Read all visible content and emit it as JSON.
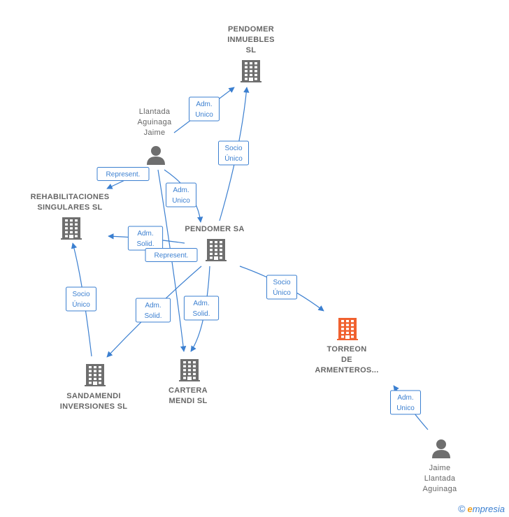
{
  "nodes": [
    {
      "id": "pendomer_inmuebles",
      "kind": "company",
      "lines": [
        "PENDOMER",
        "INMUEBLES",
        "SL"
      ]
    },
    {
      "id": "llantada_jaime",
      "kind": "person",
      "lines": [
        "Llantada",
        "Aguinaga",
        "Jaime"
      ]
    },
    {
      "id": "rehabilitaciones",
      "kind": "company",
      "lines": [
        "REHABILITACIONES",
        "SINGULARES SL"
      ]
    },
    {
      "id": "pendomer_sa",
      "kind": "company",
      "lines": [
        "PENDOMER SA"
      ]
    },
    {
      "id": "torreon",
      "kind": "company",
      "highlight": true,
      "lines": [
        "TORREON",
        "DE",
        "ARMENTEROS..."
      ]
    },
    {
      "id": "sandamendi",
      "kind": "company",
      "lines": [
        "SANDAMENDI",
        "INVERSIONES SL"
      ]
    },
    {
      "id": "cartera_mendi",
      "kind": "company",
      "lines": [
        "CARTERA",
        "MENDI  SL"
      ]
    },
    {
      "id": "jaime_llantada",
      "kind": "person",
      "lines": [
        "Jaime",
        "Llantada",
        "Aguinaga"
      ]
    }
  ],
  "edges": [
    {
      "from": "llantada_jaime",
      "to": "pendomer_inmuebles",
      "label": [
        "Adm.",
        "Unico"
      ]
    },
    {
      "from": "pendomer_sa",
      "to": "pendomer_inmuebles",
      "label": [
        "Socio",
        "Único"
      ]
    },
    {
      "from": "llantada_jaime",
      "to": "rehabilitaciones",
      "label": [
        "Represent."
      ]
    },
    {
      "from": "llantada_jaime",
      "to": "pendomer_sa",
      "label": [
        "Adm.",
        "Unico"
      ]
    },
    {
      "from": "pendomer_sa",
      "to": "rehabilitaciones",
      "label": [
        "Adm.",
        "Solid."
      ]
    },
    {
      "from": "llantada_jaime",
      "to": "cartera_mendi",
      "label": [
        "Represent."
      ]
    },
    {
      "from": "pendomer_sa",
      "to": "torreon",
      "label": [
        "Socio",
        "Único"
      ]
    },
    {
      "from": "sandamendi",
      "to": "rehabilitaciones",
      "label": [
        "Socio",
        "Único"
      ]
    },
    {
      "from": "pendomer_sa",
      "to": "sandamendi",
      "label": [
        "Adm.",
        "Solid."
      ]
    },
    {
      "from": "pendomer_sa",
      "to": "cartera_mendi",
      "label": [
        "Adm.",
        "Solid."
      ]
    },
    {
      "from": "jaime_llantada",
      "to": "torreon",
      "label": [
        "Adm.",
        "Unico"
      ]
    }
  ],
  "footer": {
    "copyright": "©",
    "brand_e": "e",
    "brand_rest": "mpresia"
  },
  "colors": {
    "edge": "#3b7fd0",
    "icon": "#6e6e6e",
    "highlight": "#f0612f",
    "text": "#666666"
  }
}
